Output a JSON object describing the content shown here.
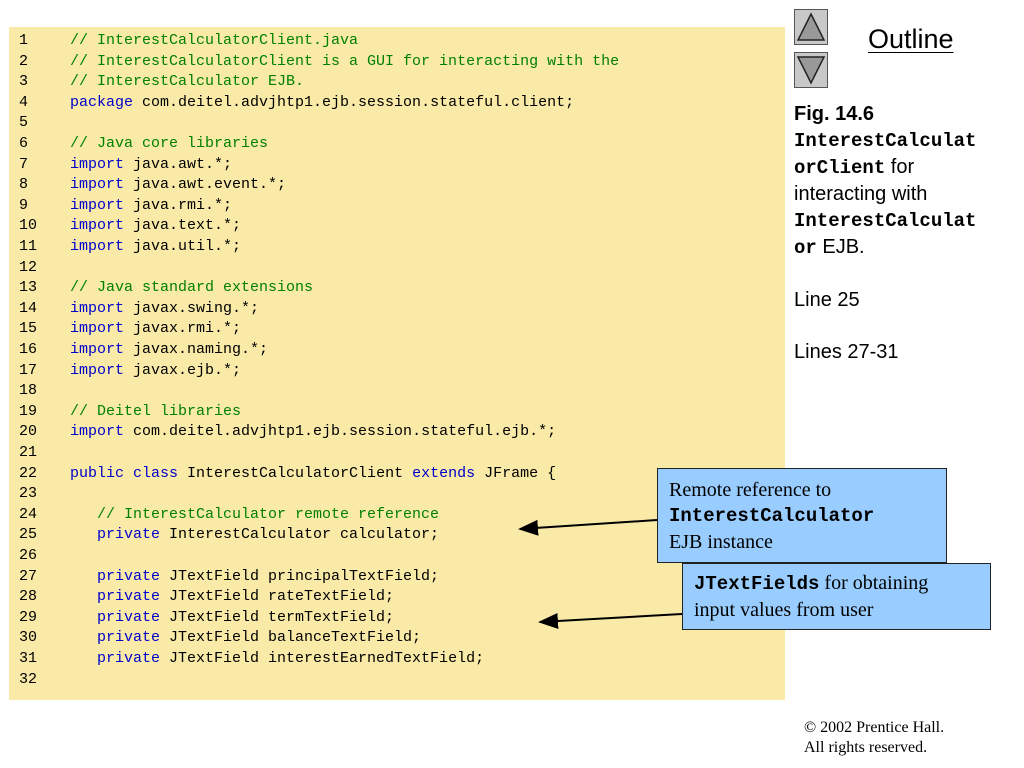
{
  "code": {
    "lines": [
      {
        "num": "1",
        "parts": [
          {
            "t": "// InterestCalculatorClient.java",
            "k": "comment"
          }
        ]
      },
      {
        "num": "2",
        "parts": [
          {
            "t": "// InterestCalculatorClient is a GUI for interacting with the",
            "k": "comment"
          }
        ]
      },
      {
        "num": "3",
        "parts": [
          {
            "t": "// InterestCalculator EJB.",
            "k": "comment"
          }
        ]
      },
      {
        "num": "4",
        "parts": [
          {
            "t": "package",
            "k": "keyword"
          },
          {
            "t": " com.deitel.advjhtp1.ejb.session.stateful.client;",
            "k": "plain"
          }
        ]
      },
      {
        "num": "5",
        "parts": []
      },
      {
        "num": "6",
        "parts": [
          {
            "t": "// Java core libraries",
            "k": "comment"
          }
        ]
      },
      {
        "num": "7",
        "parts": [
          {
            "t": "import",
            "k": "keyword"
          },
          {
            "t": " java.awt.*;",
            "k": "plain"
          }
        ]
      },
      {
        "num": "8",
        "parts": [
          {
            "t": "import",
            "k": "keyword"
          },
          {
            "t": " java.awt.event.*;",
            "k": "plain"
          }
        ]
      },
      {
        "num": "9",
        "parts": [
          {
            "t": "import",
            "k": "keyword"
          },
          {
            "t": " java.rmi.*;",
            "k": "plain"
          }
        ]
      },
      {
        "num": "10",
        "parts": [
          {
            "t": "import",
            "k": "keyword"
          },
          {
            "t": " java.text.*;",
            "k": "plain"
          }
        ]
      },
      {
        "num": "11",
        "parts": [
          {
            "t": "import",
            "k": "keyword"
          },
          {
            "t": " java.util.*;",
            "k": "plain"
          }
        ]
      },
      {
        "num": "12",
        "parts": []
      },
      {
        "num": "13",
        "parts": [
          {
            "t": "// Java standard extensions",
            "k": "comment"
          }
        ]
      },
      {
        "num": "14",
        "parts": [
          {
            "t": "import",
            "k": "keyword"
          },
          {
            "t": " javax.swing.*;",
            "k": "plain"
          }
        ]
      },
      {
        "num": "15",
        "parts": [
          {
            "t": "import",
            "k": "keyword"
          },
          {
            "t": " javax.rmi.*;",
            "k": "plain"
          }
        ]
      },
      {
        "num": "16",
        "parts": [
          {
            "t": "import",
            "k": "keyword"
          },
          {
            "t": " javax.naming.*;",
            "k": "plain"
          }
        ]
      },
      {
        "num": "17",
        "parts": [
          {
            "t": "import",
            "k": "keyword"
          },
          {
            "t": " javax.ejb.*;",
            "k": "plain"
          }
        ]
      },
      {
        "num": "18",
        "parts": []
      },
      {
        "num": "19",
        "parts": [
          {
            "t": "// Deitel libraries",
            "k": "comment"
          }
        ]
      },
      {
        "num": "20",
        "parts": [
          {
            "t": "import",
            "k": "keyword"
          },
          {
            "t": " com.deitel.advjhtp1.ejb.session.stateful.ejb.*;",
            "k": "plain"
          }
        ]
      },
      {
        "num": "21",
        "parts": []
      },
      {
        "num": "22",
        "parts": [
          {
            "t": "public class",
            "k": "keyword"
          },
          {
            "t": " InterestCalculatorClient ",
            "k": "plain"
          },
          {
            "t": "extends",
            "k": "keyword"
          },
          {
            "t": " JFrame {",
            "k": "plain"
          }
        ]
      },
      {
        "num": "23",
        "parts": []
      },
      {
        "num": "24",
        "parts": [
          {
            "t": "   // InterestCalculator remote reference",
            "k": "comment"
          }
        ]
      },
      {
        "num": "25",
        "parts": [
          {
            "t": "   private",
            "k": "keyword"
          },
          {
            "t": " InterestCalculator calculator;",
            "k": "plain"
          }
        ]
      },
      {
        "num": "26",
        "parts": []
      },
      {
        "num": "27",
        "parts": [
          {
            "t": "   private",
            "k": "keyword"
          },
          {
            "t": " JTextField principalTextField;",
            "k": "plain"
          }
        ]
      },
      {
        "num": "28",
        "parts": [
          {
            "t": "   private",
            "k": "keyword"
          },
          {
            "t": " JTextField rateTextField;",
            "k": "plain"
          }
        ]
      },
      {
        "num": "29",
        "parts": [
          {
            "t": "   private",
            "k": "keyword"
          },
          {
            "t": " JTextField termTextField;",
            "k": "plain"
          }
        ]
      },
      {
        "num": "30",
        "parts": [
          {
            "t": "   private",
            "k": "keyword"
          },
          {
            "t": " JTextField balanceTextField;",
            "k": "plain"
          }
        ]
      },
      {
        "num": "31",
        "parts": [
          {
            "t": "   private",
            "k": "keyword"
          },
          {
            "t": " JTextField interestEarnedTextField;",
            "k": "plain"
          }
        ]
      },
      {
        "num": "32",
        "parts": []
      }
    ]
  },
  "nav": {
    "up_icon": "triangle-up-icon",
    "down_icon": "triangle-down-icon"
  },
  "outline": {
    "title": "Outline"
  },
  "side": {
    "fig_label": "Fig. 14.6",
    "class_name_part1": "InterestCalculat",
    "class_name_part2": "orClient",
    "for_text": " for",
    "interacting_text": "interacting  with",
    "ejb_name_part1": "InterestCalculat",
    "ejb_name_part2": "or",
    "ejb_text": " EJB.",
    "line_ref": "Line 25",
    "lines_ref": "Lines 27-31"
  },
  "callouts": {
    "remote": {
      "line1": "Remote reference to",
      "mono": "InterestCalculator",
      "line3": "EJB instance"
    },
    "fields": {
      "mono": "JTextFields",
      "rest1": " for obtaining",
      "line2": "input values from user"
    }
  },
  "copyright": {
    "line1": "© 2002 Prentice Hall.",
    "line2": "All rights reserved."
  },
  "colors": {
    "code_background": "#f9eaa8",
    "comment": "#008000",
    "keyword": "#0000cc",
    "callout_background": "#99ccff"
  }
}
